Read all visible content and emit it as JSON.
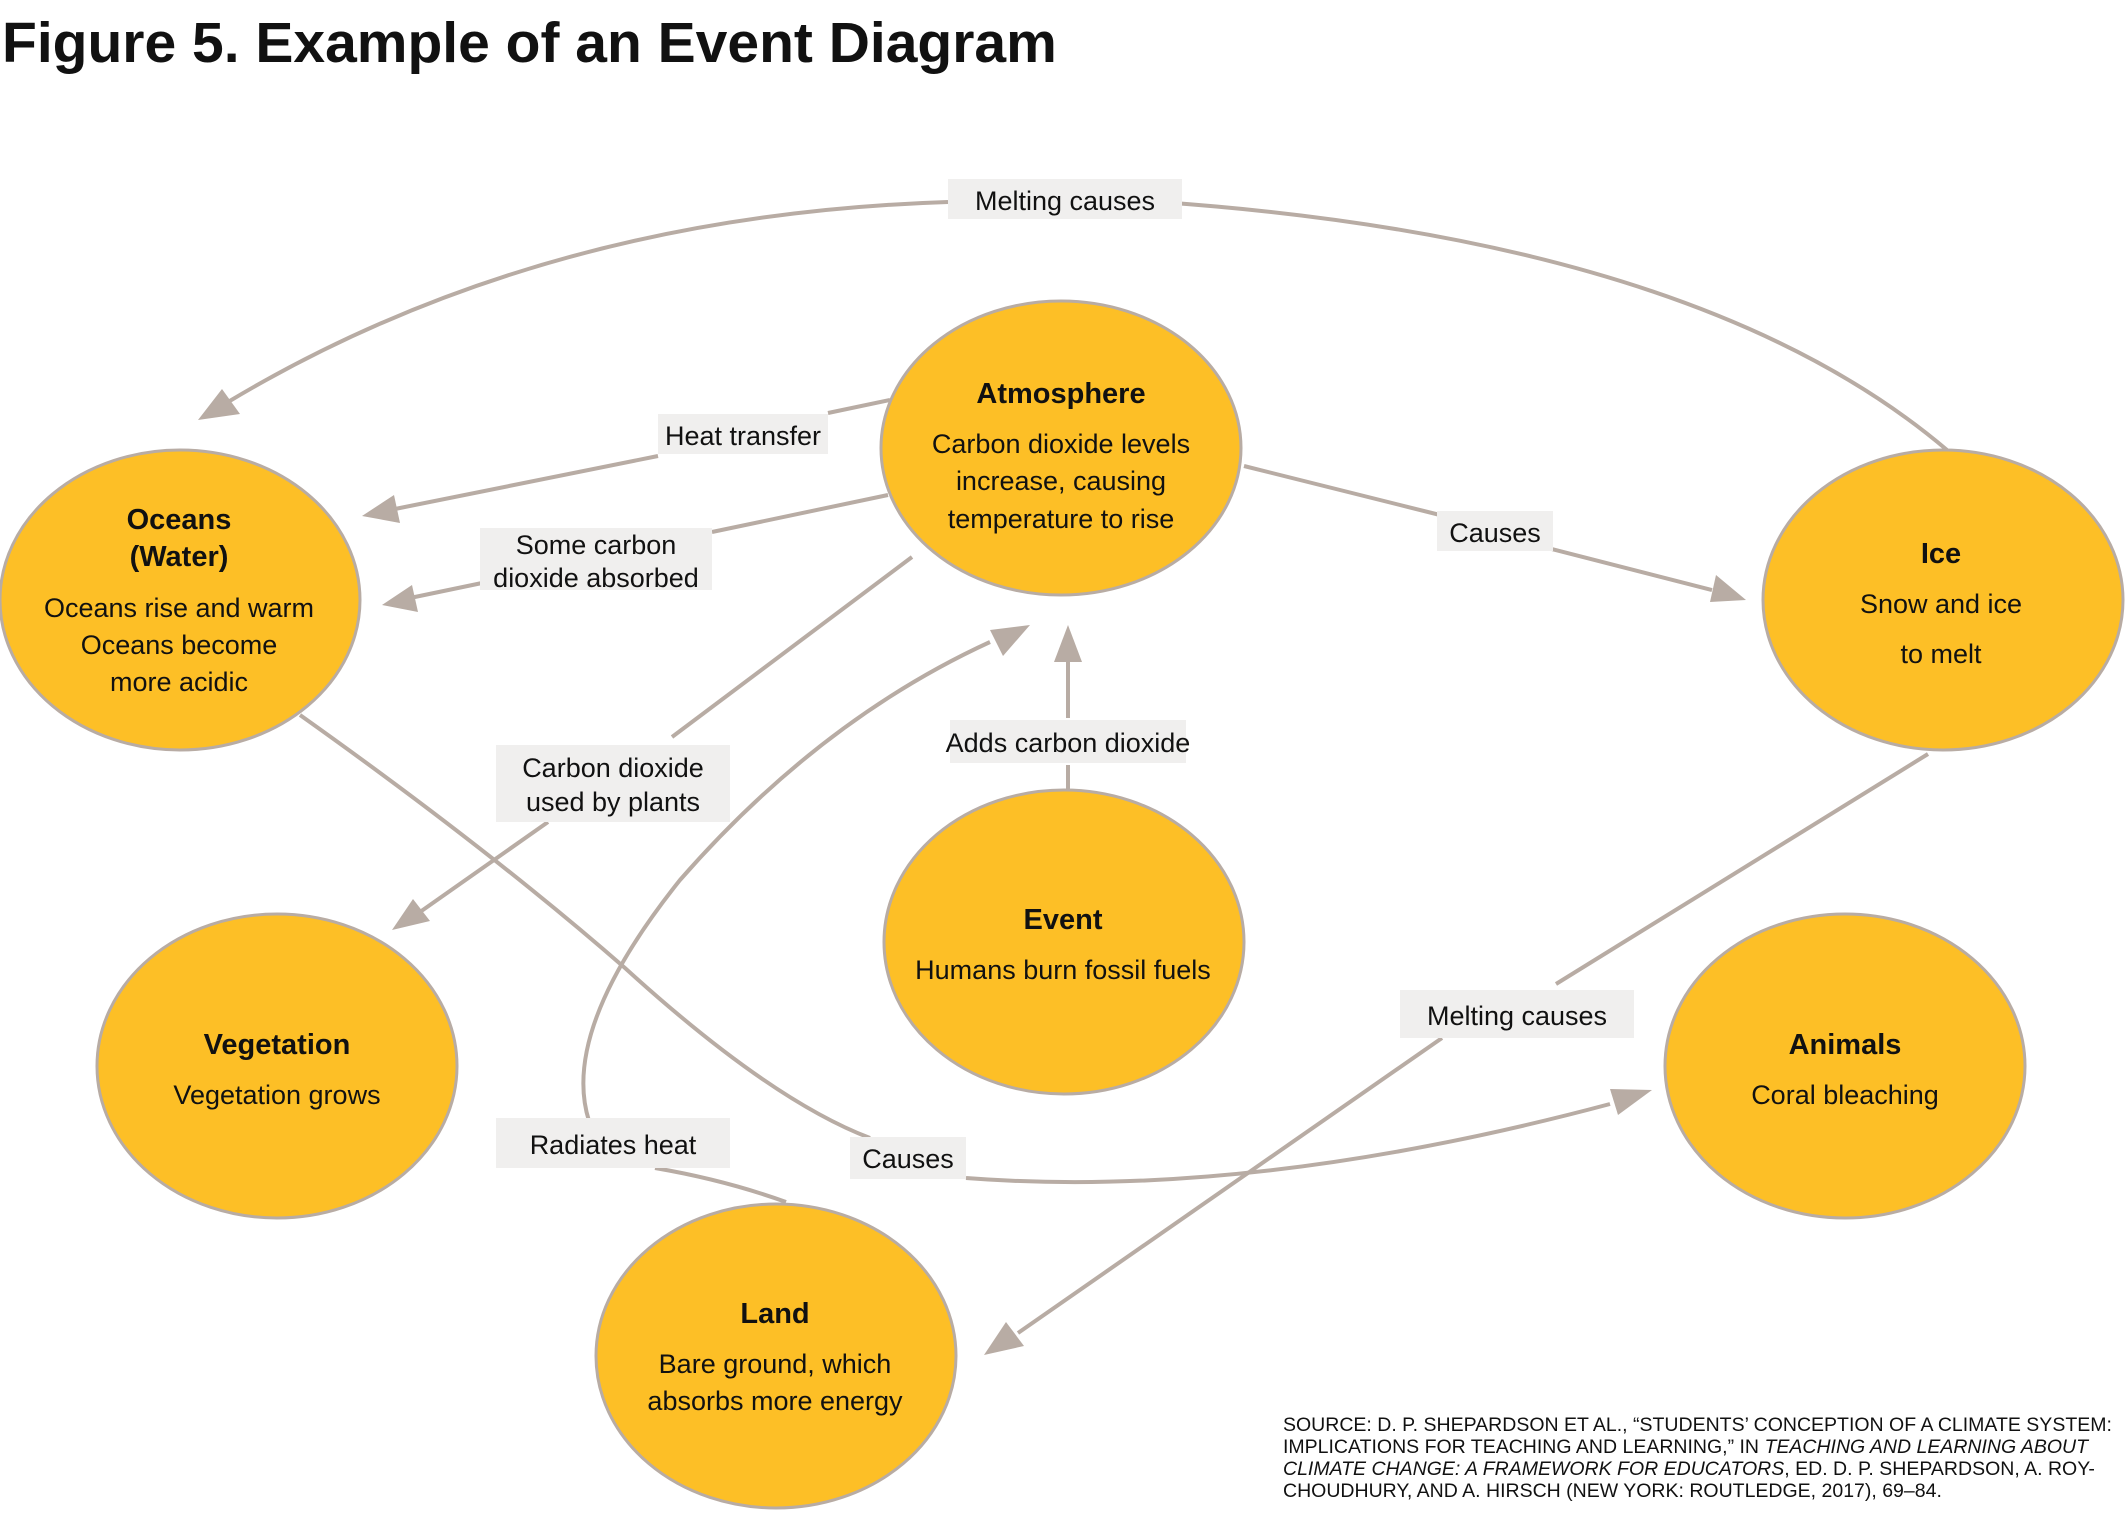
{
  "title": "Figure 5. Example of an Event Diagram",
  "nodes": {
    "atmosphere": {
      "title": "Atmosphere",
      "lines": [
        "Carbon dioxide levels",
        "increase, causing",
        "temperature to rise"
      ]
    },
    "oceans": {
      "title_lines": [
        "Oceans",
        "(Water)"
      ],
      "lines": [
        "Oceans rise and warm",
        "Oceans become",
        "more acidic"
      ]
    },
    "ice": {
      "title": "Ice",
      "lines": [
        "Snow and ice",
        "to melt"
      ]
    },
    "event": {
      "title": "Event",
      "lines": [
        "Humans burn fossil fuels"
      ]
    },
    "vegetation": {
      "title": "Vegetation",
      "lines": [
        "Vegetation grows"
      ]
    },
    "animals": {
      "title": "Animals",
      "lines": [
        "Coral bleaching"
      ]
    },
    "land": {
      "title": "Land",
      "lines": [
        "Bare ground, which",
        "absorbs more energy"
      ]
    }
  },
  "edge_labels": {
    "melting_causes_top": [
      "Melting causes"
    ],
    "heat_transfer": [
      "Heat transfer"
    ],
    "some_co2_absorbed": [
      "Some carbon",
      "dioxide absorbed"
    ],
    "causes_ice": [
      "Causes"
    ],
    "adds_co2": [
      "Adds carbon dioxide"
    ],
    "co2_used_by_plants": [
      "Carbon dioxide",
      "used by plants"
    ],
    "melting_causes_land": [
      "Melting causes"
    ],
    "radiates_heat": [
      "Radiates heat"
    ],
    "causes_animals": [
      "Causes"
    ]
  },
  "source": {
    "prefix": "Source: D. P. Shepardson et al., “Students’ conception of a climate system: implications for teaching and learning,” in ",
    "book": "Teaching and Learning about Climate Change: A Framework for Educators",
    "suffix": ", ed. D. P. Shepardson, A. Roy-Choudhury, and A. Hirsch (New York: Routledge, 2017), 69–84."
  },
  "colors": {
    "node_fill": "#fdbf26",
    "node_stroke": "#b8aca4",
    "edge": "#b8aca4",
    "label_bg": "#f0efee"
  }
}
